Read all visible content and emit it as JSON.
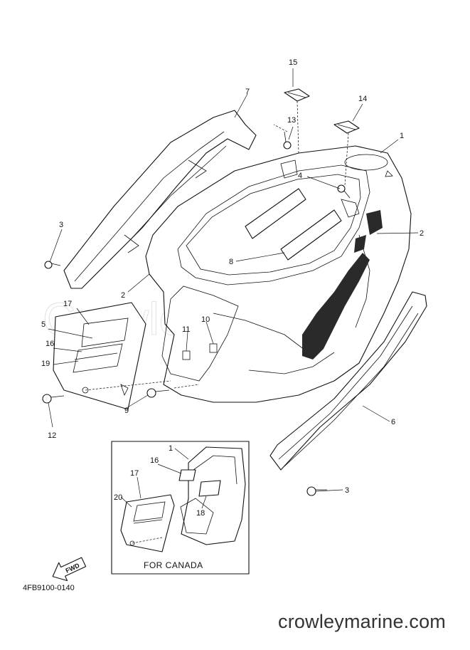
{
  "diagram": {
    "drawing_code": "4FB9100-0140",
    "website": "crowleymarine.com",
    "watermark": "Crowley Marine",
    "inset_title": "FOR CANADA",
    "fwd_label": "FWD",
    "callouts": {
      "c15": "15",
      "c7": "7",
      "c13": "13",
      "c14": "14",
      "c1_main": "1",
      "c4": "4",
      "c3_left": "3",
      "c2_right": "2",
      "c8": "8",
      "c2_left": "2",
      "c17_main": "17",
      "c5": "5",
      "c16_main": "16",
      "c19": "19",
      "c10": "10",
      "c11": "11",
      "c9": "9",
      "c12": "12",
      "c6": "6",
      "c3_right": "3",
      "c1_inset": "1",
      "c16_inset": "16",
      "c17_inset": "17",
      "c20": "20",
      "c18": "18"
    }
  }
}
